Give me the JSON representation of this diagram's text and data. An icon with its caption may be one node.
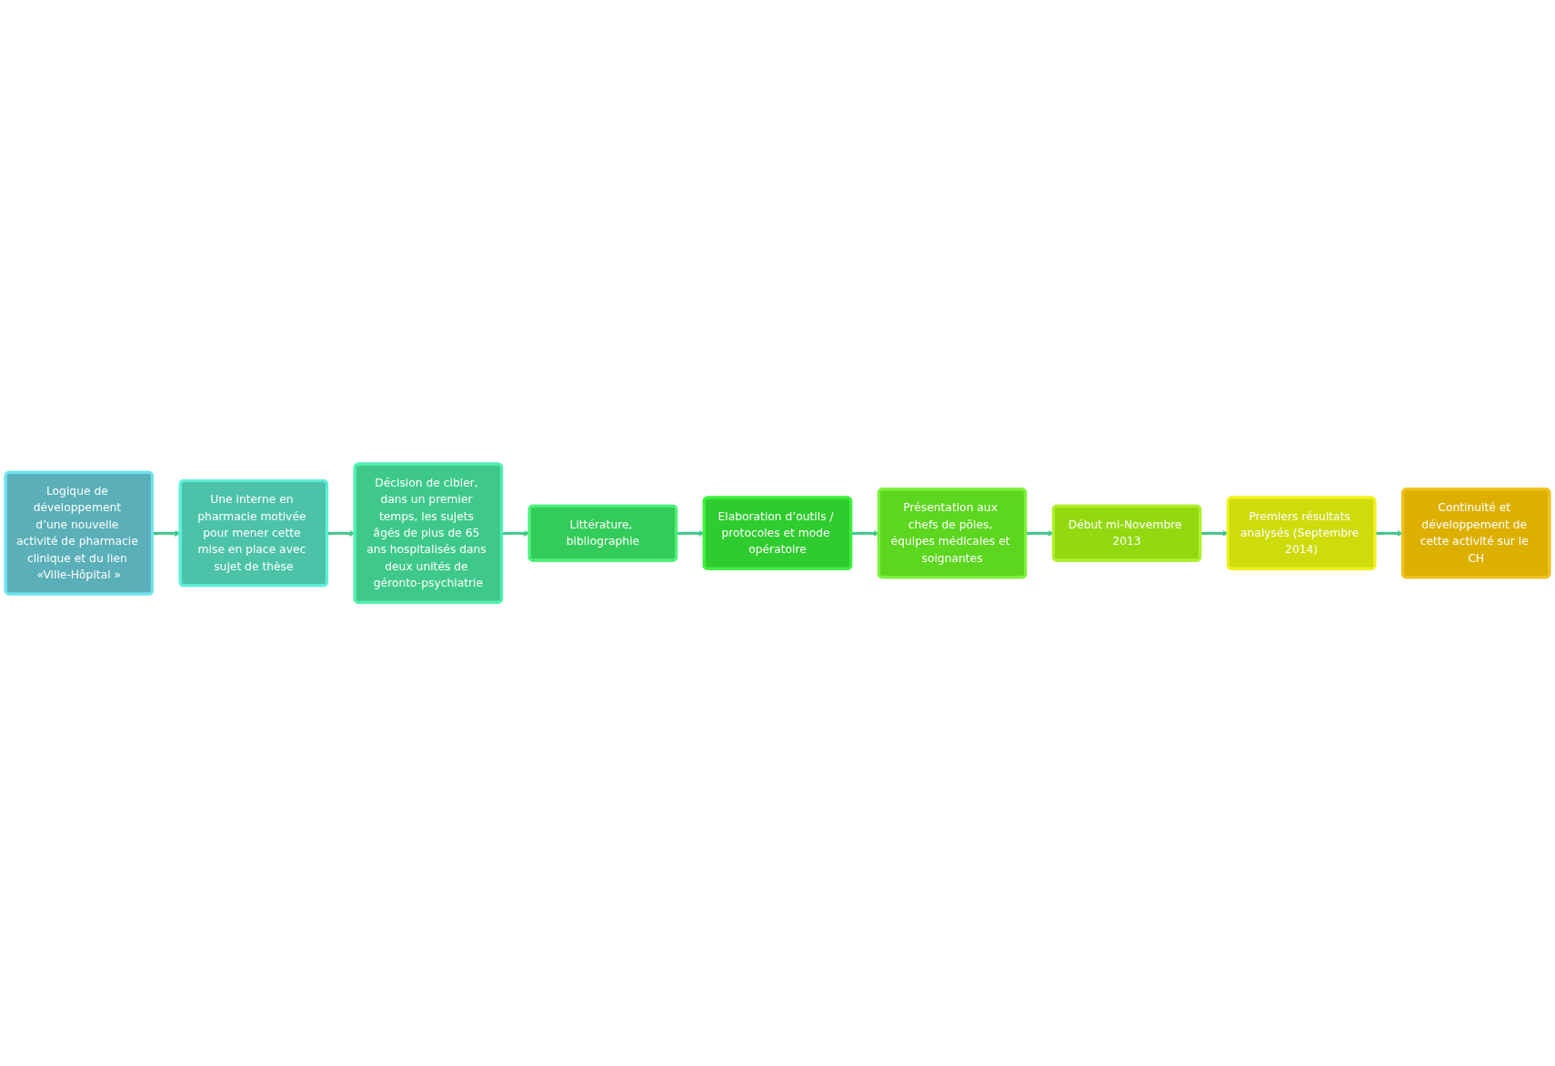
{
  "diagram": {
    "nodes": [
      {
        "text": [
          "Logique de développement d’une nouvelle activité de pharmacie clinique et du lien «Ville-Hôpital »"
        ]
      },
      {
        "text": [
          "Une interne en pharmacie motivée pour mener cette mise en place avec sujet de thèse"
        ]
      },
      {
        "text": [
          "Décision de cibler, dans un premier temps, les sujets âgés de plus de 65 ans hospitalisés dans deux unités de géronto-psychiatrie"
        ]
      },
      {
        "text": [
          "Littérature, bibliographie"
        ]
      },
      {
        "text": [
          "Elaboration d’outils / protocoles et mode opératoire"
        ]
      },
      {
        "text": [
          "Présentation aux chefs de pôles, équipes médicales et soignantes"
        ]
      },
      {
        "text": [
          "Début mi-Novembre 2013"
        ]
      },
      {
        "text": [
          "Premiers résultats analysés (Septembre 2014)"
        ]
      },
      {
        "text": [
          "Continuité et développement de cette activité sur le CH"
        ]
      }
    ],
    "edges": [
      {
        "from": 0,
        "to": 1,
        "arrow": "to"
      },
      {
        "from": 1,
        "to": 2,
        "arrow": "to"
      },
      {
        "from": 2,
        "to": 3,
        "arrow": "to"
      },
      {
        "from": 3,
        "to": 4,
        "arrow": "to"
      },
      {
        "from": 4,
        "to": 5,
        "arrow": "to"
      },
      {
        "from": 5,
        "to": 6,
        "arrow": "to"
      },
      {
        "from": 6,
        "to": 7,
        "arrow": "to"
      },
      {
        "from": 7,
        "to": 8,
        "arrow": "to"
      }
    ]
  }
}
